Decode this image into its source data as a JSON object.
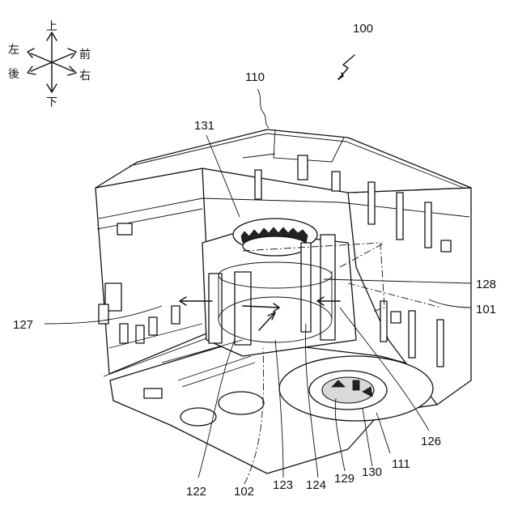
{
  "figure": {
    "ref_numerals": [
      {
        "id": "r100",
        "text": "100"
      },
      {
        "id": "r110",
        "text": "110"
      },
      {
        "id": "r131",
        "text": "131"
      },
      {
        "id": "r128",
        "text": "128"
      },
      {
        "id": "r101",
        "text": "101"
      },
      {
        "id": "r127",
        "text": "127"
      },
      {
        "id": "r126",
        "text": "126"
      },
      {
        "id": "r111",
        "text": "111"
      },
      {
        "id": "r122",
        "text": "122"
      },
      {
        "id": "r102",
        "text": "102"
      },
      {
        "id": "r123",
        "text": "123"
      },
      {
        "id": "r124",
        "text": "124"
      },
      {
        "id": "r129",
        "text": "129"
      },
      {
        "id": "r130",
        "text": "130"
      }
    ],
    "directions": {
      "up": "上",
      "down": "下",
      "left": "左",
      "right": "右",
      "front": "前",
      "back": "後"
    }
  }
}
